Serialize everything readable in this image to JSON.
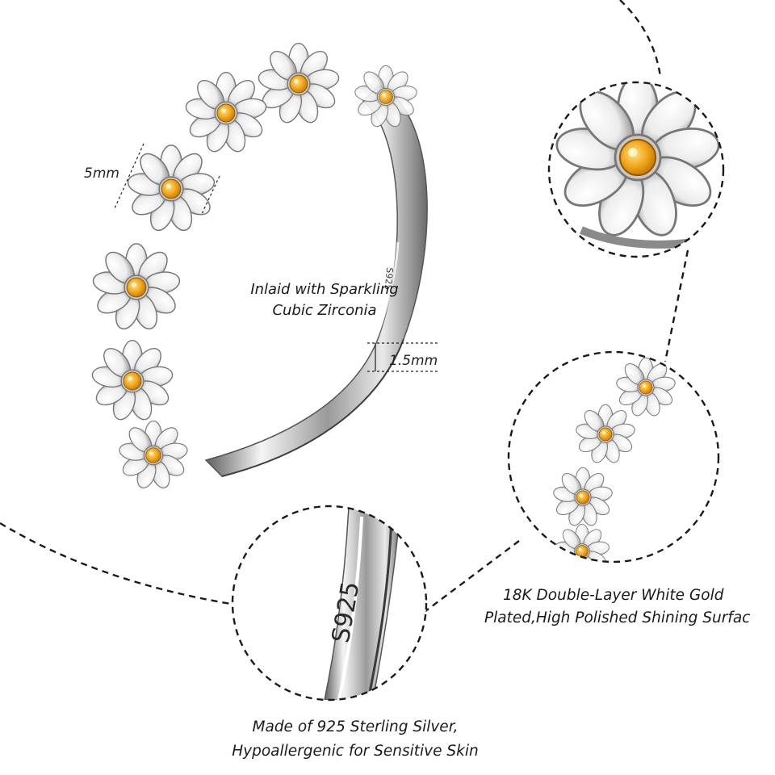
{
  "dimensions": {
    "flower_width": "5mm",
    "band_width": "1.5mm"
  },
  "hallmark": "S925",
  "captions": {
    "zircon": {
      "line1": "Inlaid with Sparkling",
      "line2": "Cubic Zirconia"
    },
    "gold": {
      "line1": "18K Double-Layer White Gold",
      "line2": "Plated,High Polished Shining Surfac"
    },
    "silver": {
      "line1": "Made of 925 Sterling Silver,",
      "line2": "Hypoallergenic for Sensitive Skin"
    }
  },
  "colors": {
    "background": "#ffffff",
    "silver_light": "#f4f4f4",
    "silver_dark": "#6e6e6e",
    "gem_gold": "#f2a81d",
    "dash_line": "#1a1a1a"
  },
  "icons": [
    "daisy-ring-image",
    "zircon-detail-image",
    "gold-plating-detail-image",
    "s925-stamp-detail-image"
  ]
}
